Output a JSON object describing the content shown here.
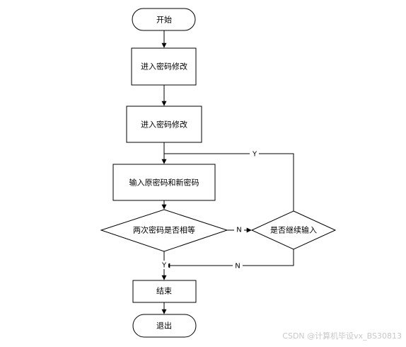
{
  "flowchart": {
    "nodes": {
      "start": "开始",
      "step1": "进入密码修改",
      "step2": "进入密码修改",
      "input": "输入原密码和新密码",
      "check": "两次密码是否相等",
      "continue": "是否继续输入",
      "finish": "结束",
      "exit": "退出"
    },
    "edge_labels": {
      "check_to_continue": "N",
      "continue_loop_back": "Y",
      "continue_to_end": "N",
      "check_to_end": "Y"
    }
  },
  "watermark": "CSDN @计算机毕设vx_BS30813"
}
